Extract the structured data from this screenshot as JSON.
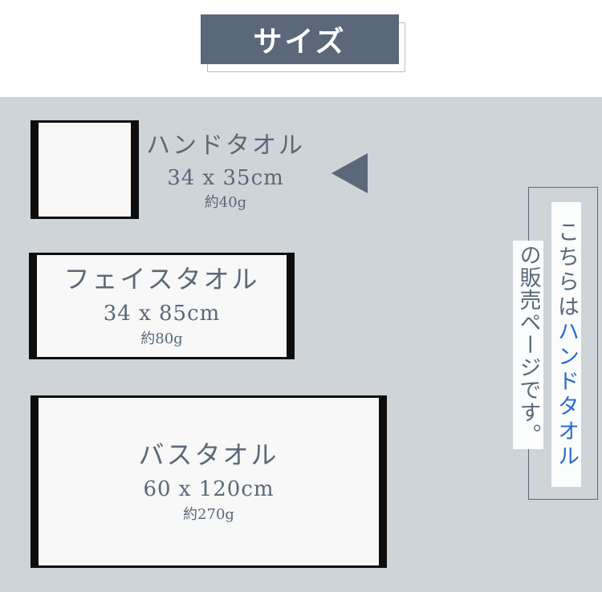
{
  "page": {
    "title": "サイズ",
    "colors": {
      "accent_slate": "#5b6879",
      "panel_bg": "#ced4d8",
      "towel_bg": "#f7f8f7",
      "towel_edge": "#0d0d0d",
      "link_blue": "#2a6ad4",
      "strip_bg": "#fbfcfc",
      "shadow_line": "#b7bcc1"
    }
  },
  "towels": [
    {
      "name": "ハンドタオル",
      "size": "34 x 35cm",
      "weight": "約40g"
    },
    {
      "name": "フェイスタオル",
      "size": "34 x 85cm",
      "weight": "約80g"
    },
    {
      "name": "バスタオル",
      "size": "60 x 120cm",
      "weight": "約270g"
    }
  ],
  "note": {
    "prefix": "こちらは",
    "highlight": "ハンドタオル",
    "suffix": "の販売ページです。"
  },
  "icons": {
    "pointer": "left-pointing-triangle"
  }
}
